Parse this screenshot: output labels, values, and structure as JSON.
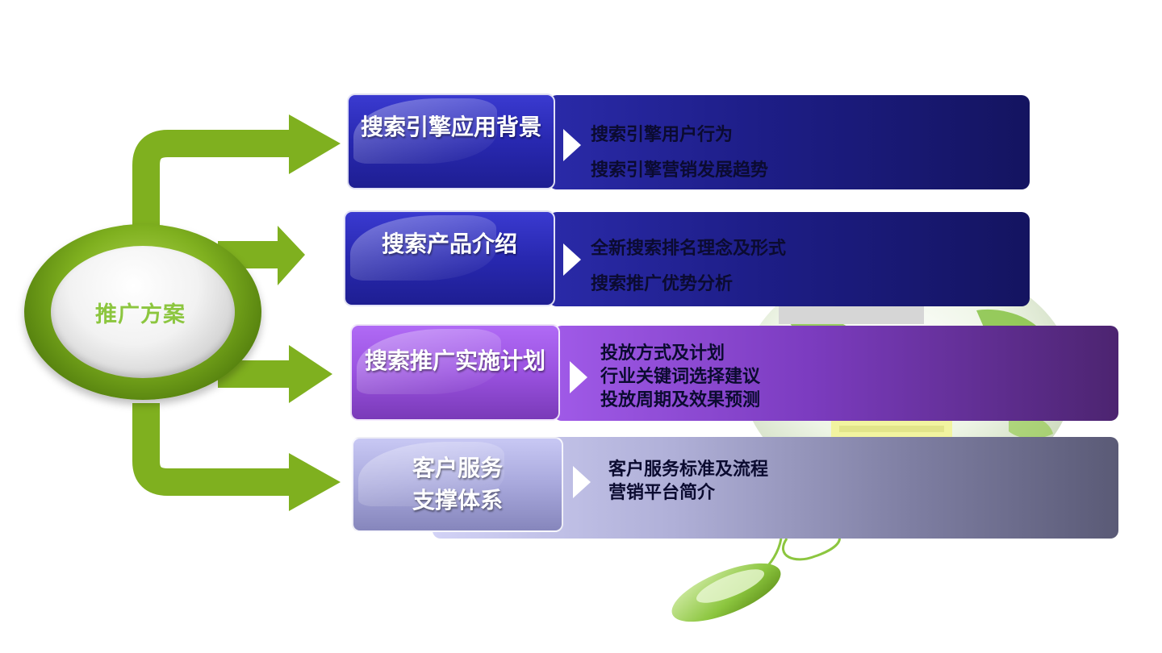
{
  "hub": {
    "label": "推广方案"
  },
  "rows": [
    {
      "title": "搜索引擎应用背景",
      "items": [
        "搜索引擎用户行为",
        "搜索引擎营销发展趋势"
      ]
    },
    {
      "title": "搜索产品介绍",
      "items": [
        "全新搜索排名理念及形式",
        "搜索推广优势分析"
      ]
    },
    {
      "title": "搜索推广实施计划",
      "items": [
        "投放方式及计划",
        "行业关键词选择建议",
        "投放周期及效果预测"
      ]
    },
    {
      "title_lines": [
        "客户服务",
        "支撑体系"
      ],
      "items": [
        "客户服务标准及流程",
        "营销平台简介"
      ]
    }
  ],
  "colors": {
    "arrow_green": "#7fb01f",
    "hub_label": "#8cc63f",
    "row_dark_blue": "#1d1d86",
    "row_purple": "#7c3cc0",
    "row_lavender": "#a8a8dc"
  }
}
